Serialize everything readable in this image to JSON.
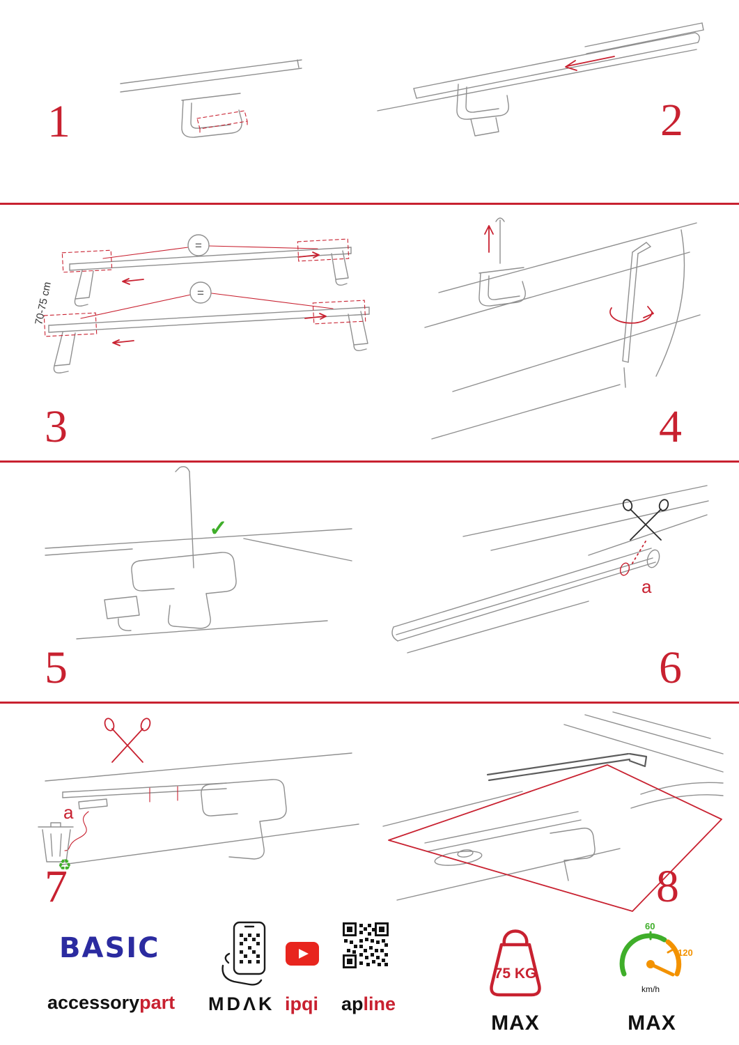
{
  "colors": {
    "accent_red": "#c82130",
    "brand_blue": "#2b2ba0",
    "green": "#3fae2a",
    "orange": "#f39200",
    "youtube_red": "#e8251e",
    "ink": "#111111",
    "line_gray": "#8f8f8f"
  },
  "steps": {
    "s1": {
      "number": "1"
    },
    "s2": {
      "number": "2"
    },
    "s3": {
      "number": "3",
      "measurement": "70-75 cm",
      "equal_top": "=",
      "equal_bottom": "="
    },
    "s4": {
      "number": "4"
    },
    "s5": {
      "number": "5",
      "check": "✓"
    },
    "s6": {
      "number": "6",
      "label_a": "a"
    },
    "s7": {
      "number": "7",
      "label_a": "a",
      "recycle": "♻"
    },
    "s8": {
      "number": "8"
    }
  },
  "footer": {
    "brand": "BASIC",
    "accessory_black": "accessory",
    "accessory_red": "part",
    "mdak": "MDΛK",
    "ipqi": "ipqi",
    "apline_black": "ap",
    "apline_red": "line",
    "weight_value": "75 KG",
    "weight_max": "MAX",
    "speed_low": "60",
    "speed_high": "120",
    "speed_unit": "km/h",
    "speed_max": "MAX"
  }
}
